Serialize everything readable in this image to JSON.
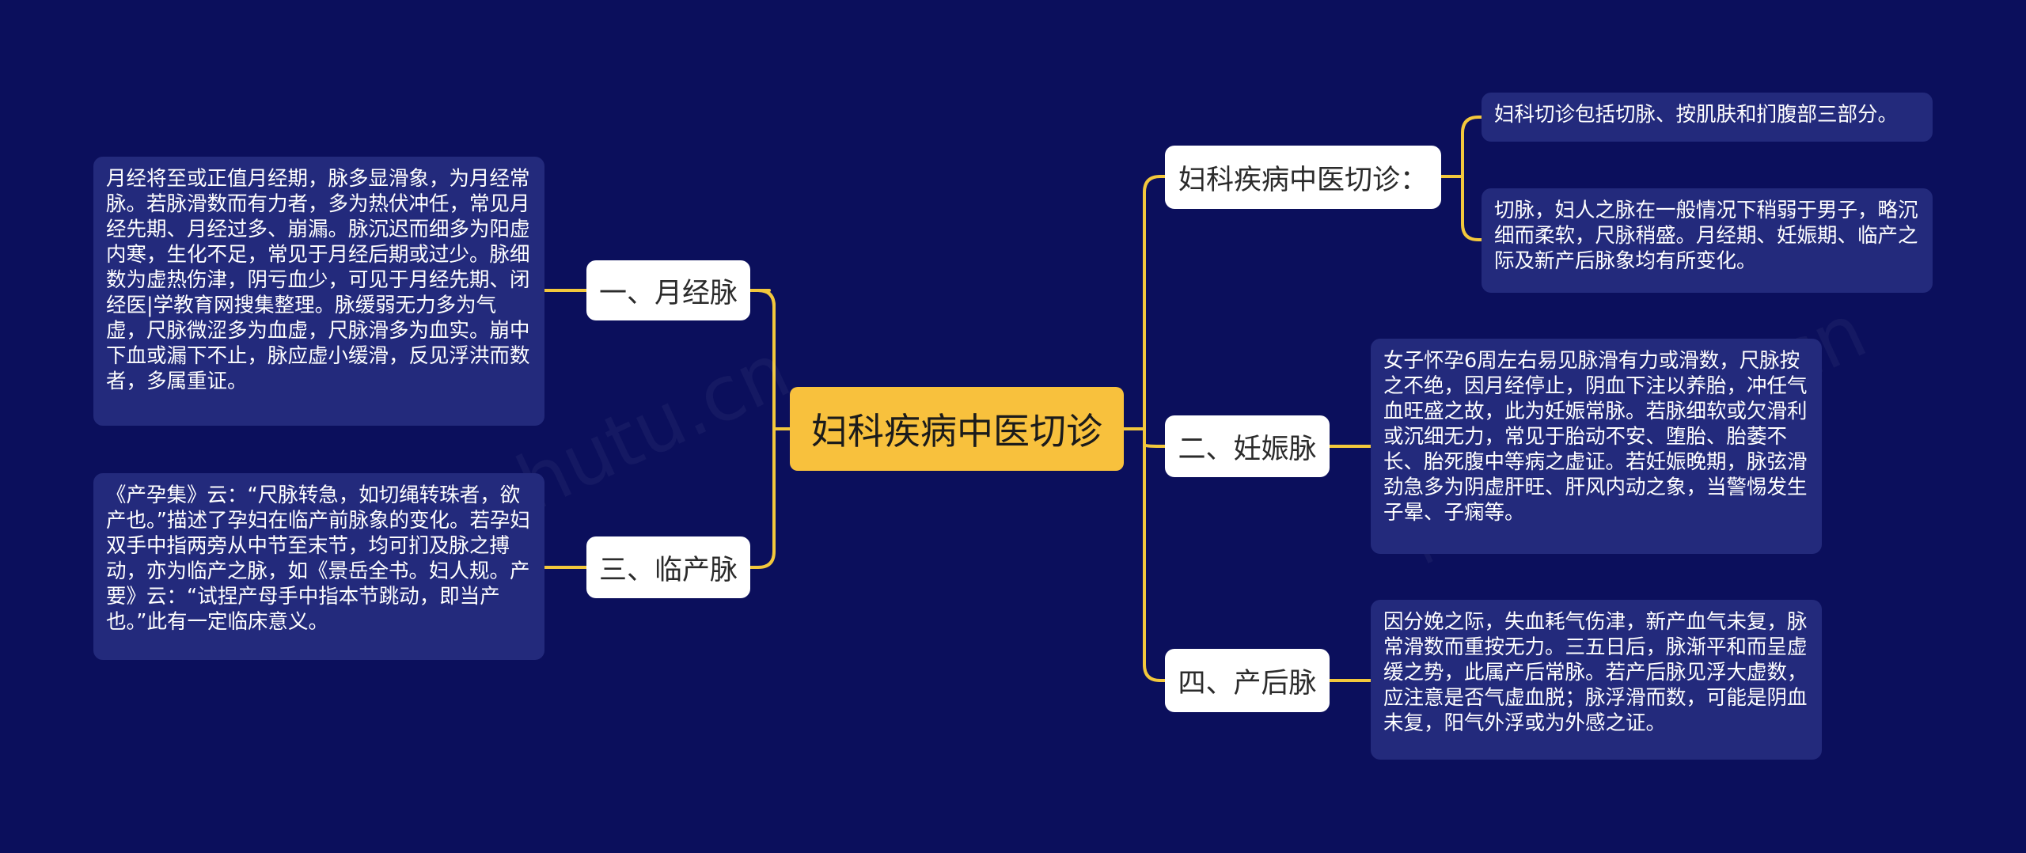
{
  "root": {
    "label": "妇科疾病中医切诊"
  },
  "branches": {
    "yuejing": {
      "label": "一、月经脉",
      "detail": "月经将至或正值月经期，脉多显滑象，为月经常脉。若脉滑数而有力者，多为热伏冲任，常见月经先期、月经过多、崩漏。脉沉迟而细多为阳虚内寒，生化不足，常见于月经后期或过少。脉细数为虚热伤津，阴亏血少，可见于月经先期、闭经医|学教育网搜集整理。脉缓弱无力多为气虚，尺脉微涩多为血虚，尺脉滑多为血实。崩中下血或漏下不止，脉应虚小缓滑，反见浮洪而数者，多属重证。"
    },
    "linchan": {
      "label": "三、临产脉",
      "detail": "《产孕集》云：“尺脉转急，如切绳转珠者，欲产也。”描述了孕妇在临产前脉象的变化。若孕妇双手中指两旁从中节至末节，均可扪及脉之搏动，亦为临产之脉，如《景岳全书。妇人规。产要》云：“试捏产母手中指本节跳动，即当产也。”此有一定临床意义。"
    },
    "qiezhen": {
      "label": "妇科疾病中医切诊：",
      "details": [
        "妇科切诊包括切脉、按肌肤和扪腹部三部分。",
        "切脉，妇人之脉在一般情况下稍弱于男子，略沉细而柔软，尺脉稍盛。月经期、妊娠期、临产之际及新产后脉象均有所变化。"
      ]
    },
    "renshen": {
      "label": "二、妊娠脉",
      "detail": "女子怀孕6周左右易见脉滑有力或滑数，尺脉按之不绝，因月经停止，阴血下注以养胎，冲任气血旺盛之故，此为妊娠常脉。若脉细软或欠滑利或沉细无力，常见于胎动不安、堕胎、胎萎不长、胎死腹中等病之虚证。若妊娠晚期，脉弦滑劲急多为阴虚肝旺、肝风内动之象，当警惕发生子晕、子痫等。"
    },
    "chanhou": {
      "label": "四、产后脉",
      "detail": "因分娩之际，失血耗气伤津，新产血气未复，脉常滑数而重按无力。三五日后，脉渐平和而呈虚缓之势，此属产后常脉。若产后脉见浮大虚数，应注意是否气虚血脱；脉浮滑而数，可能是阴血未复，阳气外浮或为外感之证。"
    }
  },
  "watermark": "树图 shutu.cn",
  "colors": {
    "background": "#0b0f5c",
    "root": "#f8c13d",
    "connector": "#f3c83c",
    "leaf": "#232a7c"
  }
}
